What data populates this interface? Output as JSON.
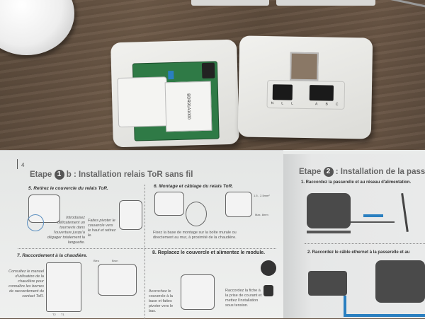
{
  "manual": {
    "page_number": "4",
    "left_page": {
      "step_label": "Etape",
      "step_number": "1",
      "title": "b : Installation relais ToR sans fil",
      "sections": [
        {
          "heading": "5. Retirez le couvercle du relais ToR.",
          "notes": [
            "Introduisez délicatement un tournevis dans l'ouverture jusqu'à dégager totalement la languette.",
            "Faites pivoter le couvercle vers le haut et retirez le."
          ]
        },
        {
          "heading": "6. Montage et câblage du relais ToR.",
          "notes": [
            "Fixez la base de montage sur la boîte murale ou directement au mur, à proximité de la chaudière."
          ],
          "labels": [
            "1.5 - 2.5mm²",
            "Max. 8mm"
          ]
        },
        {
          "heading": "7. Raccordement à la chaudière.",
          "notes": [
            "Consultez le manuel d'utilisation de la chaudière pour connaître les bornes de raccordement du contact ToR."
          ],
          "labels": [
            "Bleu",
            "Brun",
            "T2",
            "T1"
          ]
        },
        {
          "heading": "8. Replacez le couvercle et alimentez le module.",
          "notes": [
            "Accrochez le couvercle à la base et faites pivoter vers le bas.",
            "Raccordez la fiche à la prise de courant et mettez l'installation sous tension."
          ]
        }
      ]
    },
    "right_page": {
      "step_label": "Etape",
      "step_number": "2",
      "title": ": Installation de la passerelle",
      "sections": [
        {
          "heading": "1. Raccordez la passerelle et au réseau d'alimentation."
        },
        {
          "heading": "2. Raccordez le câble ethernet à la passerelle et au"
        }
      ]
    }
  },
  "device_labels": {
    "relay_sticker": "BDR91A1000",
    "terminals_right": [
      "N",
      "L",
      "L",
      "A",
      "B",
      "C"
    ]
  }
}
